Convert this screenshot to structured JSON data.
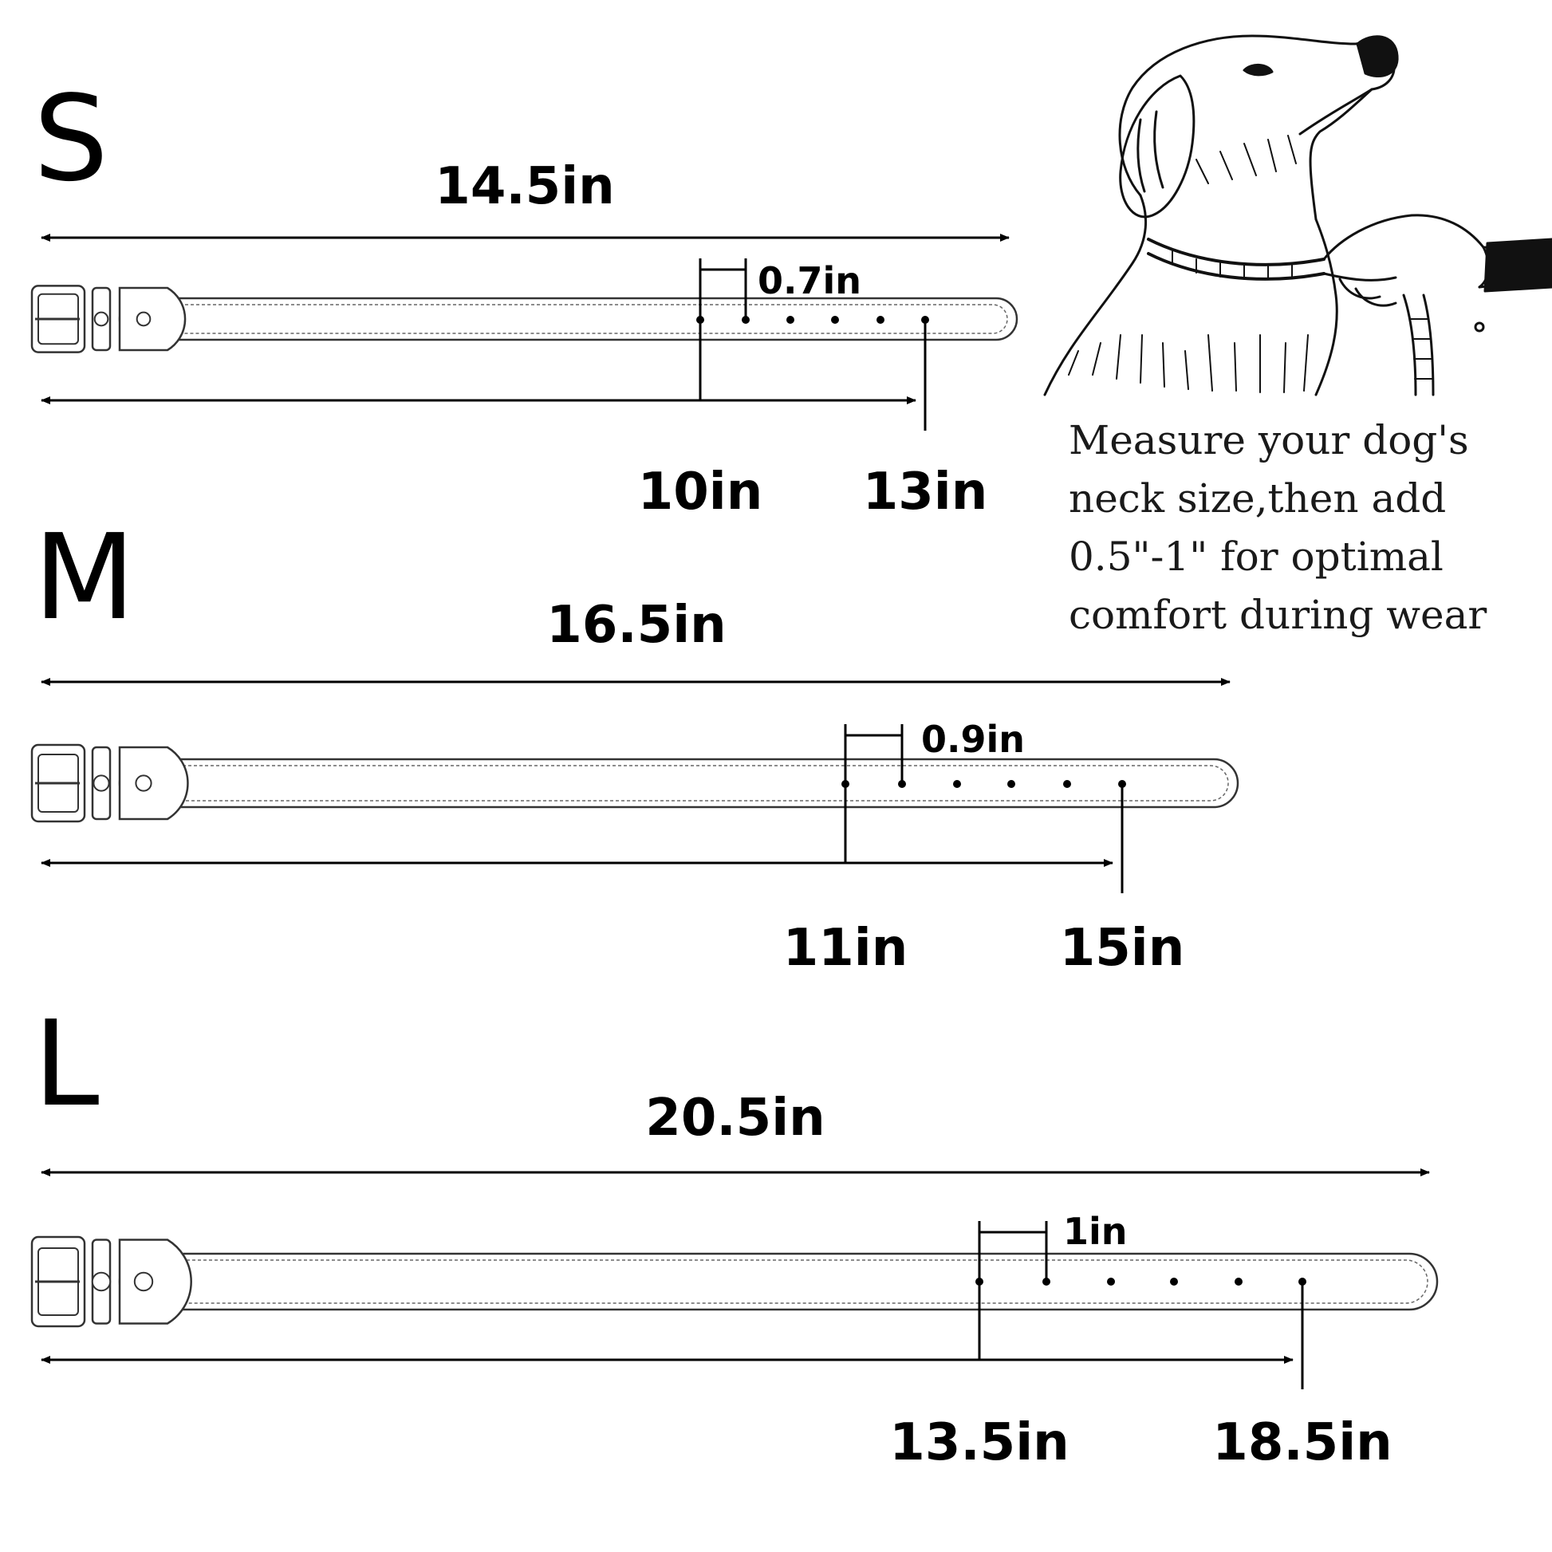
{
  "tip": {
    "text": "Measure your dog's\nneck size,then add\n0.5\"-1\"  for optimal\ncomfort during wear"
  },
  "sizes": [
    {
      "name": "S",
      "total_length": "14.5in",
      "hole_spacing": "0.7in",
      "min_fit": "10in",
      "max_fit": "13in"
    },
    {
      "name": "M",
      "total_length": "16.5in",
      "hole_spacing": "0.9in",
      "min_fit": "11in",
      "max_fit": "15in"
    },
    {
      "name": "L",
      "total_length": "20.5in",
      "hole_spacing": "1in",
      "min_fit": "13.5in",
      "max_fit": "18.5in"
    }
  ],
  "colors": {
    "ink": "#000000",
    "collar_line": "#333333",
    "background": "#ffffff"
  },
  "icons": [
    "dog-illustration",
    "hand-icon",
    "measuring-tape-icon",
    "buckle-icon",
    "keeper-loop-icon",
    "d-ring-icon"
  ]
}
